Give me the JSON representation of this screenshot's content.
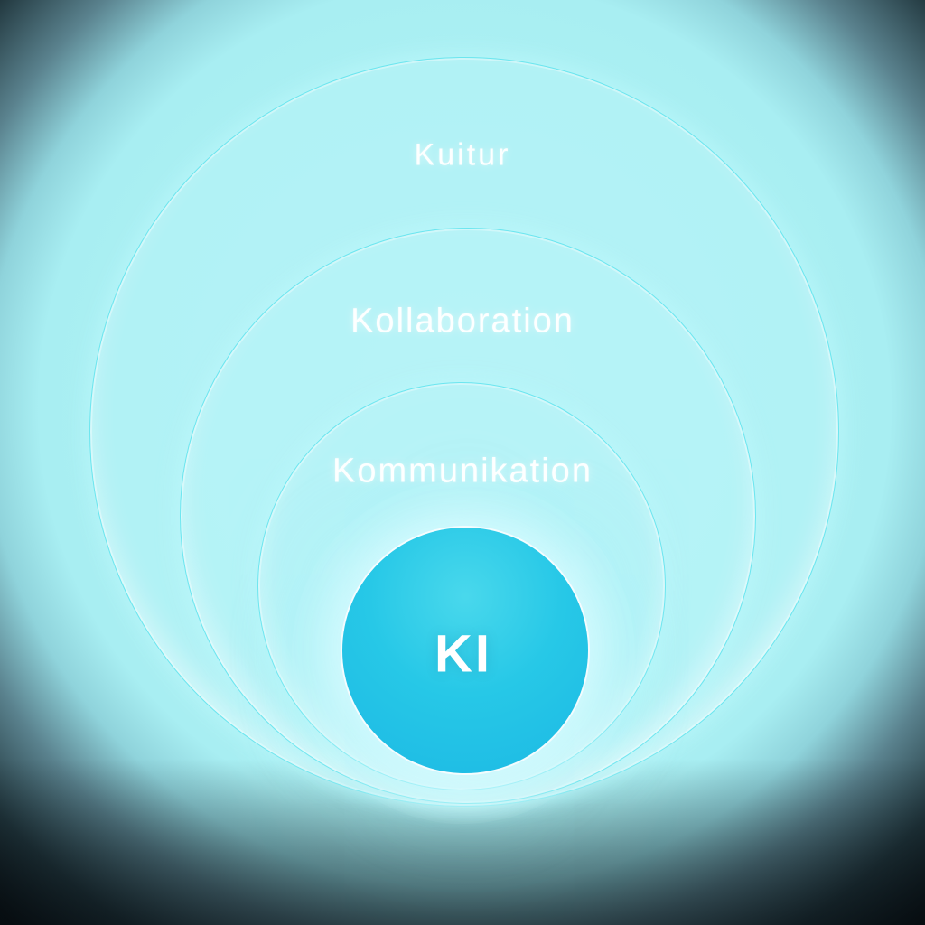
{
  "diagram": {
    "type": "concentric-circles",
    "rings": [
      {
        "id": "kultur",
        "label": "Kuitur"
      },
      {
        "id": "kollaboration",
        "label": "Kollaboration"
      },
      {
        "id": "kommunikation",
        "label": "Kommunikation"
      },
      {
        "id": "ki",
        "label": "KI"
      }
    ],
    "colors": {
      "glow_core": "#aaf0f3",
      "ring_outline": "#5fe4ee",
      "ki_fill_top": "#49d8ec",
      "ki_fill_bottom": "#1cb9e4",
      "label": "#ffffff",
      "background_corner": "#0a1014"
    }
  }
}
